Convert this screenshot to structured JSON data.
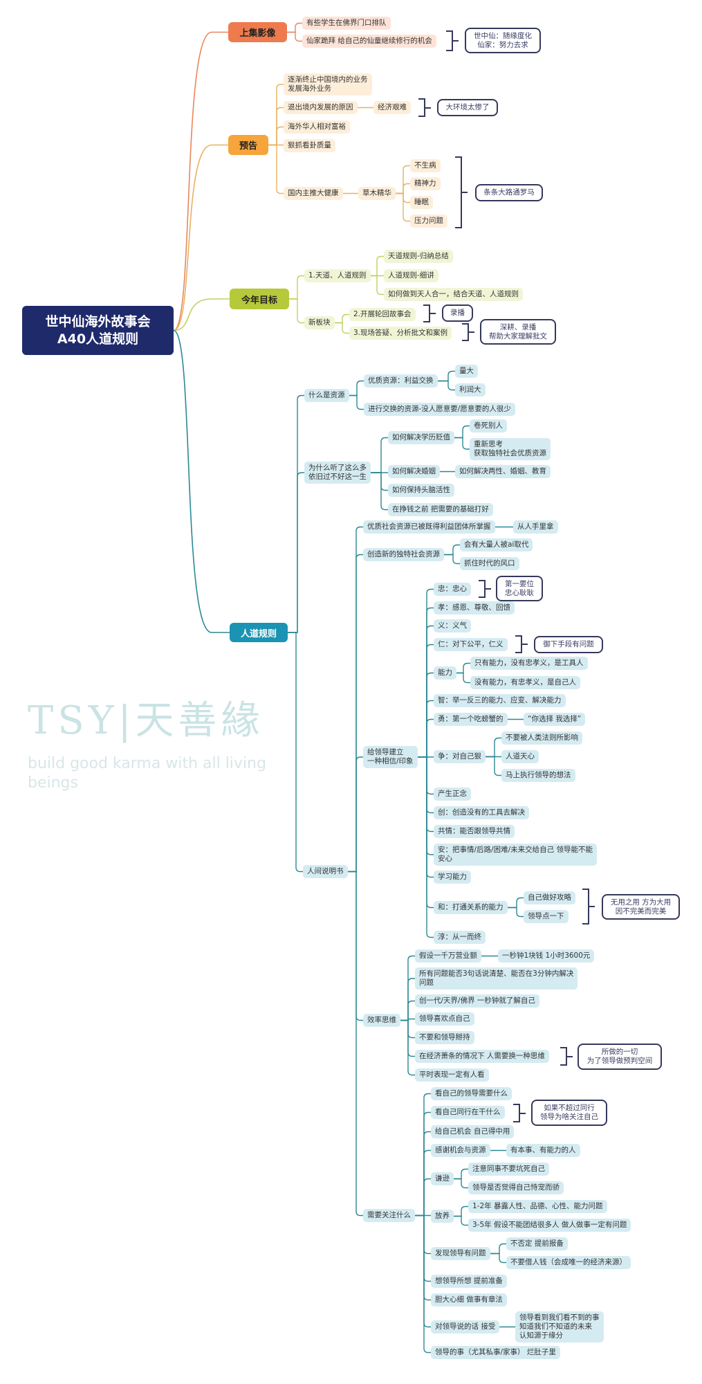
{
  "root": {
    "line1": "世中仙海外故事会",
    "line2": "A40人道规则"
  },
  "watermark": {
    "line1": "TSY|天善緣",
    "line2": "build good karma with all living beings"
  },
  "colors": {
    "root": "#1f2a6b",
    "branch_orange": "#ee7b4d",
    "branch_amber": "#f6a43c",
    "branch_lime": "#b6c93a",
    "branch_teal": "#1b93b3",
    "summary_border": "#35385c"
  },
  "branches": [
    {
      "label": "上集影像",
      "summary": "世中仙：随缘度化\n仙家：努力去求",
      "children": [
        {
          "label": "有些学生在佛界门口排队"
        },
        {
          "label": "仙家跪拜 给自己的仙童继续修行的机会"
        }
      ]
    },
    {
      "label": "预告",
      "children": [
        {
          "label": "逐渐终止中国境内的业务\n发展海外业务"
        },
        {
          "label": "退出境内发展的原因",
          "children": [
            {
              "label": "经济艰难",
              "summary": "大环境太惨了"
            }
          ]
        },
        {
          "label": "海外华人相对富裕"
        },
        {
          "label": "狠抓看卦质量"
        },
        {
          "label": "国内主推大健康",
          "children": [
            {
              "label": "草木精华",
              "summary": "条条大路通罗马",
              "children": [
                {
                  "label": "不生病"
                },
                {
                  "label": "精神力"
                },
                {
                  "label": "睡眠"
                },
                {
                  "label": "压力问题"
                }
              ]
            }
          ]
        }
      ]
    },
    {
      "label": "今年目标",
      "children": [
        {
          "label": "1.天道、人道规则",
          "children": [
            {
              "label": "天道规则-归纳总结"
            },
            {
              "label": "人道规则-细讲"
            },
            {
              "label": "如何做到天人合一，结合天道、人道规则"
            }
          ]
        },
        {
          "label": "新板块",
          "children": [
            {
              "label": "2.开展轮回故事会",
              "summary": "录播"
            },
            {
              "label": "3.现场答疑、分析批文和案例",
              "summary": "深耕、录播\n帮助大家理解批文"
            }
          ]
        }
      ]
    },
    {
      "label": "人道规则",
      "children": [
        {
          "label": "什么是资源",
          "children": [
            {
              "label": "优质资源：利益交换",
              "children": [
                {
                  "label": "量大"
                },
                {
                  "label": "利润大"
                }
              ]
            },
            {
              "label": "进行交换的资源-没人愿意要/愿意要的人很少"
            }
          ]
        },
        {
          "label": "为什么听了这么多\n依旧过不好这一生",
          "children": [
            {
              "label": "如何解决学历贬值",
              "children": [
                {
                  "label": "卷死别人"
                },
                {
                  "label": "重新思考\n获取独特社会优质资源"
                }
              ]
            },
            {
              "label": "如何解决婚姻",
              "children": [
                {
                  "label": "如何解决两性、婚姻、教育"
                }
              ]
            },
            {
              "label": "如何保持头脑活性"
            },
            {
              "label": "在挣钱之前 把需要的基础打好"
            }
          ]
        },
        {
          "label": "人间说明书",
          "children": [
            {
              "label": "优质社会资源已被既得利益团体所掌握",
              "children": [
                {
                  "label": "从人手里拿"
                }
              ]
            },
            {
              "label": "创造新的独特社会资源",
              "children": [
                {
                  "label": "会有大量人被ai取代"
                },
                {
                  "label": "抓住时代的风口"
                }
              ]
            },
            {
              "label": "给领导建立\n一种相信/印象",
              "children": [
                {
                  "label": "忠：忠心",
                  "summary": "第一要位\n忠心耿耿"
                },
                {
                  "label": "孝：感恩、尊敬、回馈"
                },
                {
                  "label": "义：义气"
                },
                {
                  "label": "仁：对下公平，仁义",
                  "summary": "御下手段有问题"
                },
                {
                  "label": "能力",
                  "children": [
                    {
                      "label": "只有能力，没有忠孝义，是工具人"
                    },
                    {
                      "label": "没有能力，有忠孝义，是自己人"
                    }
                  ]
                },
                {
                  "label": "智：举一反三的能力、应变、解决能力"
                },
                {
                  "label": "勇：第一个吃螃蟹的",
                  "children": [
                    {
                      "label": "“你选择 我选择”"
                    }
                  ]
                },
                {
                  "label": "争：对自己狠",
                  "children": [
                    {
                      "label": "不要被人类法则所影响"
                    },
                    {
                      "label": "人道天心"
                    },
                    {
                      "label": "马上执行领导的想法"
                    }
                  ]
                },
                {
                  "label": "产生正念"
                },
                {
                  "label": "创：创造没有的工具去解决"
                },
                {
                  "label": "共情：能否跟领导共情"
                },
                {
                  "label": "安：把事情/后路/困难/未来交给自己 领导能不能\n安心"
                },
                {
                  "label": "学习能力"
                },
                {
                  "label": "和：打通关系的能力",
                  "summary": "无用之用 方为大用\n因不完美而完美",
                  "children": [
                    {
                      "label": "自己做好攻略"
                    },
                    {
                      "label": "领导点一下"
                    }
                  ]
                },
                {
                  "label": "淳：从一而终"
                }
              ]
            },
            {
              "label": "效率思维",
              "children": [
                {
                  "label": "假设一千万营业额",
                  "children": [
                    {
                      "label": "一秒钟1块钱 1小时3600元"
                    }
                  ]
                },
                {
                  "label": "所有问题能否3句话说清楚、能否在3分钟内解决\n问题"
                },
                {
                  "label": "创一代/天界/佛界 一秒钟就了解自己"
                },
                {
                  "label": "领导喜欢点自己"
                },
                {
                  "label": "不要和领导掰持"
                },
                {
                  "label": "在经济萧条的情况下 人需要换一种思维",
                  "summary": "所做的一切\n为了领导做预判空间"
                },
                {
                  "label": "平时表现一定有人看"
                }
              ]
            },
            {
              "label": "需要关注什么",
              "children": [
                {
                  "label": "看自己的领导需要什么"
                },
                {
                  "label": "看自己同行在干什么",
                  "summary": "如果不超过同行\n领导为啥关注自己"
                },
                {
                  "label": "给自己机会 自己得中用"
                },
                {
                  "label": "感谢机会与资源",
                  "children": [
                    {
                      "label": "有本事、有能力的人"
                    }
                  ]
                },
                {
                  "label": "谦逊",
                  "children": [
                    {
                      "label": "注意同事不要坑死自己"
                    },
                    {
                      "label": "领导是否觉得自己恃宠而骄"
                    }
                  ]
                },
                {
                  "label": "放养",
                  "children": [
                    {
                      "label": "1-2年 暴露人性、品德、心性、能力问题"
                    },
                    {
                      "label": "3-5年 假设不能团结很多人 做人做事一定有问题"
                    }
                  ]
                },
                {
                  "label": "发现领导有问题",
                  "children": [
                    {
                      "label": "不否定 提前报备"
                    },
                    {
                      "label": "不要借人钱（会成唯一的经济来源）"
                    }
                  ]
                },
                {
                  "label": "想领导所想 提前准备"
                },
                {
                  "label": "胆大心细 做事有章法"
                },
                {
                  "label": "对领导说的话 接受",
                  "children": [
                    {
                      "label": "领导看到我们看不到的事\n知道我们不知道的未来\n认知源于缘分"
                    }
                  ]
                },
                {
                  "label": "领导的事（尤其私事/家事） 烂肚子里"
                }
              ]
            }
          ]
        }
      ]
    }
  ]
}
